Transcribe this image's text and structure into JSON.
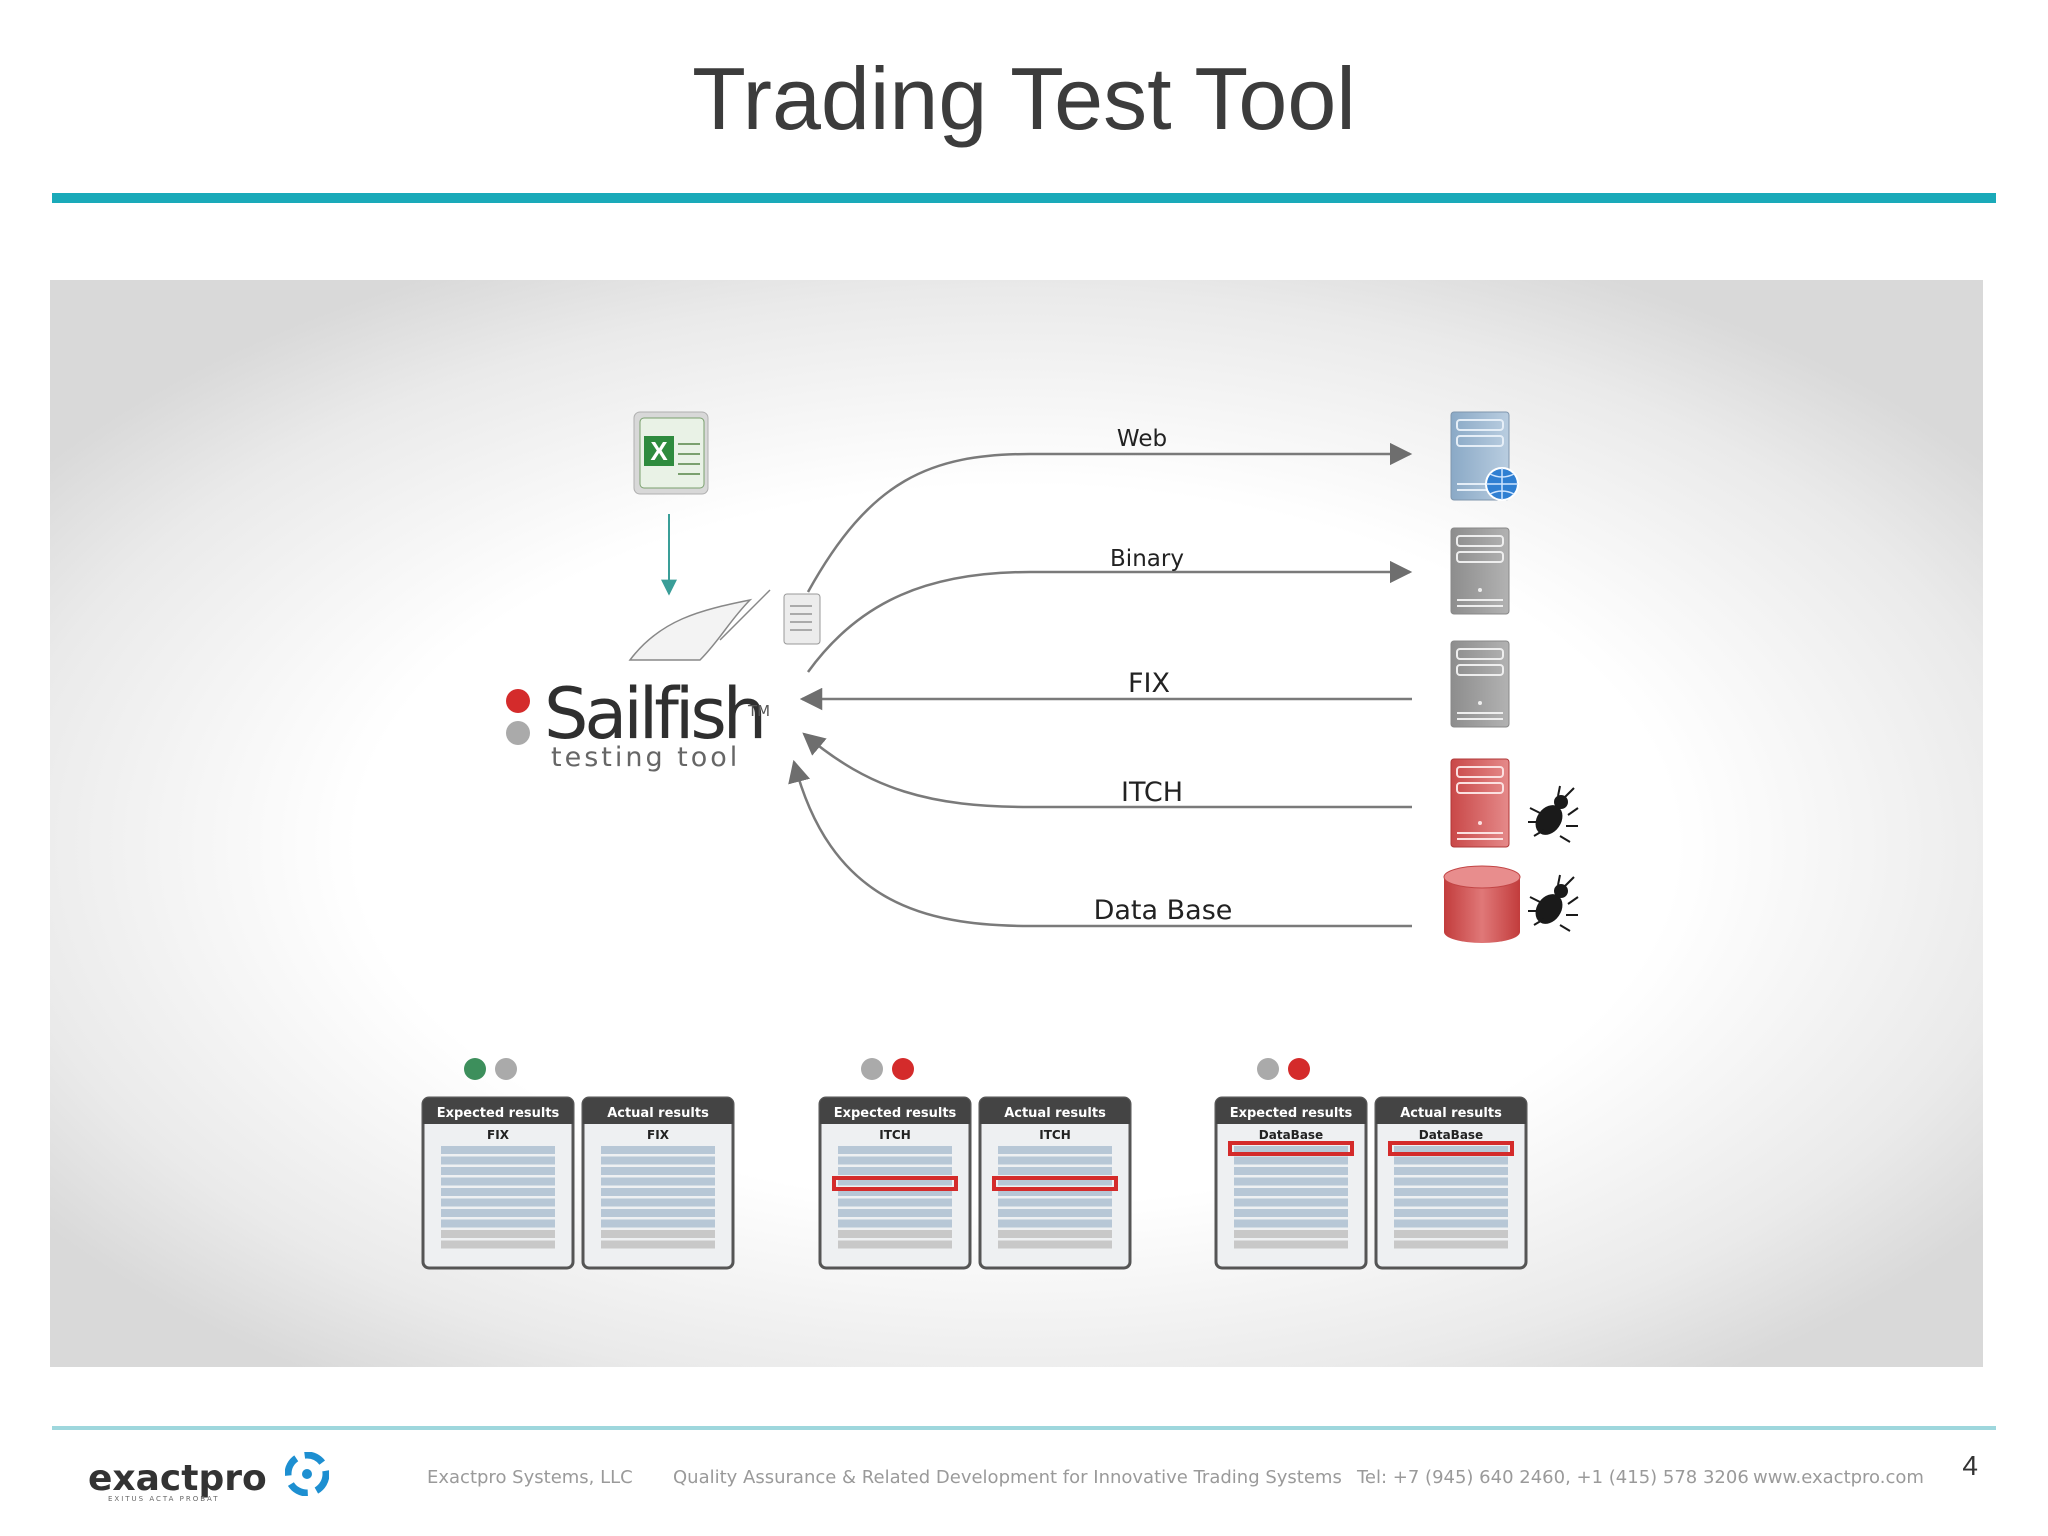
{
  "slide": {
    "title": "Trading Test Tool",
    "page_number": "4"
  },
  "diagram": {
    "tool_name": "Sailfish",
    "tool_trademark": "TM",
    "tool_subtitle": "testing tool",
    "flows": [
      {
        "label": "Web",
        "direction": "outgoing"
      },
      {
        "label": "Binary",
        "direction": "outgoing"
      },
      {
        "label": "FIX",
        "direction": "incoming"
      },
      {
        "label": "ITCH",
        "direction": "incoming"
      },
      {
        "label": "Data Base",
        "direction": "incoming"
      }
    ],
    "result_groups": [
      {
        "expected_label": "Expected results",
        "actual_label": "Actual results",
        "source": "FIX",
        "status": "pass"
      },
      {
        "expected_label": "Expected results",
        "actual_label": "Actual results",
        "source": "ITCH",
        "status": "fail"
      },
      {
        "expected_label": "Expected results",
        "actual_label": "Actual results",
        "source": "DataBase",
        "status": "fail"
      }
    ],
    "colors": {
      "pass": "#3d8f5c",
      "fail": "#d42b2b",
      "neutral": "#aaaaaa",
      "accent": "#1aaab9"
    }
  },
  "footer": {
    "logo": "exactpro",
    "logo_tagline": "EXITUS ACTA PROBAT",
    "company": "Exactpro Systems, LLC",
    "tagline": "Quality Assurance & Related Development for Innovative Trading Systems",
    "phone": "Tel: +7 (945) 640 2460, +1 (415) 578 3206",
    "website": "www.exactpro.com"
  }
}
